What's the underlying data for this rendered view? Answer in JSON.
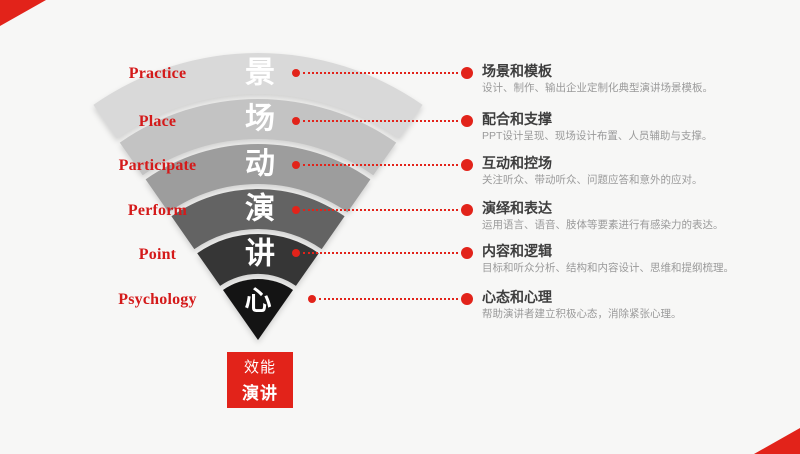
{
  "accent_color": "#e2231a",
  "fan": {
    "band_colors": [
      "#d9d9d9",
      "#c3c3c3",
      "#9d9d9d",
      "#636363",
      "#363636",
      "#141414"
    ]
  },
  "rows": [
    {
      "en": "Practice",
      "char": "景",
      "title": "场景和模板",
      "desc": "设计、制作、输出企业定制化典型演讲场景模板。"
    },
    {
      "en": "Place",
      "char": "场",
      "title": "配合和支撑",
      "desc": "PPT设计呈现、现场设计布置、人员辅助与支撑。"
    },
    {
      "en": "Participate",
      "char": "动",
      "title": "互动和控场",
      "desc": "关注听众、带动听众、问题应答和意外的应对。"
    },
    {
      "en": "Perform",
      "char": "演",
      "title": "演绎和表达",
      "desc": "运用语言、语音、肢体等要素进行有感染力的表达。"
    },
    {
      "en": "Point",
      "char": "讲",
      "title": "内容和逻辑",
      "desc": "目标和听众分析、结构和内容设计、思维和提纲梳理。"
    },
    {
      "en": "Psychology",
      "char": "心",
      "title": "心态和心理",
      "desc": "帮助演讲者建立积极心态，消除紧张心理。"
    }
  ],
  "badge": {
    "line1": "效能",
    "line2": "演讲"
  }
}
